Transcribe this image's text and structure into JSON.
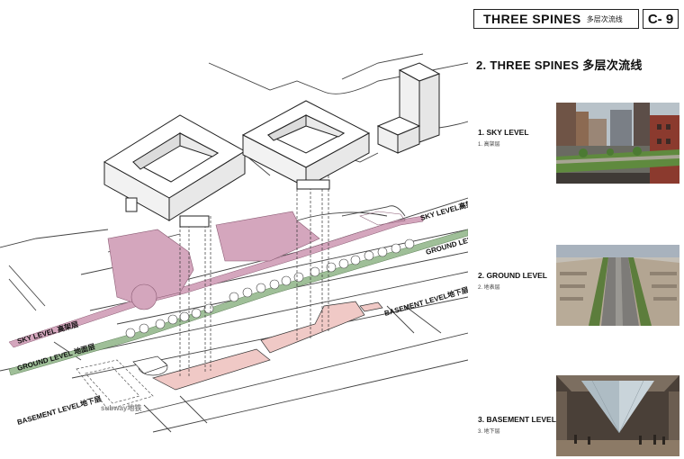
{
  "header": {
    "title": "THREE SPINES",
    "subtitle": "多层次流线",
    "code": "C- 9"
  },
  "section": {
    "title": "2.  THREE  SPINES 多层次流线"
  },
  "levels": [
    {
      "label": "1.   SKY LEVEL",
      "sub": "1.   高架层"
    },
    {
      "label": "2.  GROUND LEVEL",
      "sub": "2.   地表层"
    },
    {
      "label": "3.   BASEMENT LEVEL",
      "sub": "3.   地下层"
    }
  ],
  "diagram": {
    "sky_level_top": "SKY LEVEL高架层",
    "ground_level_top": "GROUND LEVEL地面层",
    "basement_level_right": "BASEMENT LEVEL地下层",
    "sky_level_left": "SKY LEVEL 高架层",
    "ground_level_left": "GROUND LEVEL 地面层",
    "basement_level_left": "BASEMENT LEVEL地下层",
    "subway": "subway地铁"
  },
  "colors": {
    "sky": "#d4a6bd",
    "ground": "#9fbf98",
    "basement": "#f0c9c6"
  }
}
